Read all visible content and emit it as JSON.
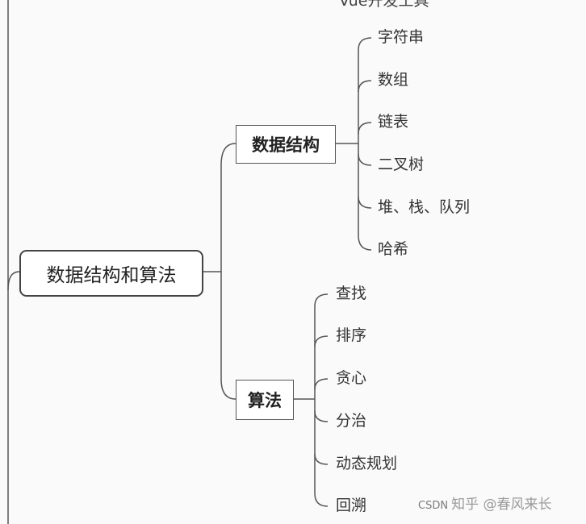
{
  "top_partial_text": "Vue开发工具",
  "root": {
    "label": "数据结构和算法"
  },
  "branches": {
    "data_structures": {
      "label": "数据结构",
      "leaves": [
        "字符串",
        "数组",
        "链表",
        "二叉树",
        "堆、栈、队列",
        "哈希"
      ]
    },
    "algorithms": {
      "label": "算法",
      "leaves": [
        "查找",
        "排序",
        "贪心",
        "分治",
        "动态规划",
        "回溯"
      ]
    }
  },
  "watermark": {
    "prefix": "CSDN",
    "text": "知乎 @春风来长"
  },
  "colors": {
    "line": "#555555",
    "node_border": "#444444",
    "background": "#fafafa"
  }
}
